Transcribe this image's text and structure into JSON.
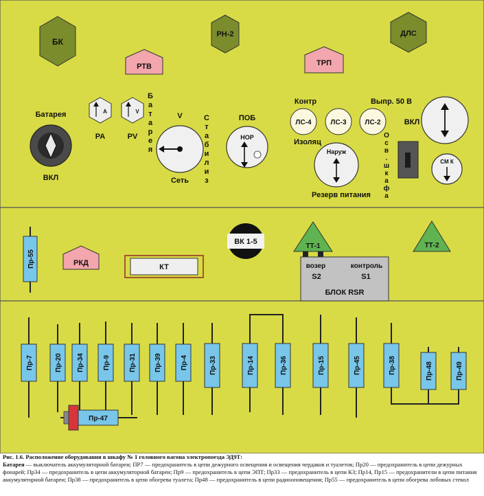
{
  "panel_top": {
    "hex_labels": {
      "bk": "БК",
      "rn2": "РН-2",
      "dls": "ДЛС"
    },
    "pent_labels": {
      "rtv": "РТВ",
      "trp": "ТРП"
    },
    "battery_switch": {
      "title": "Батарея",
      "state": "ВКЛ"
    },
    "ra_meter": {
      "face": "A",
      "label": "PA"
    },
    "pv_meter": {
      "face": "V",
      "label": "PV"
    },
    "vertical_battery": "Батарея",
    "selector": {
      "top": "V",
      "bottom": "Сеть"
    },
    "vertical_stabiliz": "Стабилиз",
    "pob": {
      "title": "ПОБ",
      "face": "НОР"
    },
    "lamps_row": {
      "kontr": "Контр",
      "vypr": "Выпр. 50 В"
    },
    "lamps": [
      "ЛС-4",
      "ЛС-3",
      "ЛС-2"
    ],
    "izolyac": "Изоляц",
    "reserve": {
      "face": "Наруж",
      "label": "Резерв питания"
    },
    "vertical_osv": "Осв.шкафа",
    "vkl_label": "ВКЛ",
    "smk_label": "СМ К"
  },
  "panel_mid": {
    "fuse_pr55": "Пр-55",
    "rkd": "РКД",
    "kt": "КТ",
    "vk": "ВК 1-5",
    "tt1": "ТТ-1",
    "tt2": "ТТ-2",
    "rsr": {
      "vozer": "возер",
      "kontrol": "контроль",
      "s2": "S2",
      "s1": "S1",
      "title": "БЛОК RSR"
    }
  },
  "panel_bottom": {
    "fuses": [
      "Пр-7",
      "Пр-20",
      "Пр-34",
      "Пр-9",
      "Пр-31",
      "Пр-39",
      "Пр-4",
      "Пр-33",
      "Пр-14",
      "Пр-36",
      "Пр-15",
      "Пр-45",
      "Пр-38",
      "Пр-48",
      "Пр-49"
    ],
    "pr47": "Пр-47"
  },
  "caption": {
    "title": "Рис. 1.6. Расположение оборудования в шкафу № 1 головного вагона электропоезда ЭД9Т:",
    "term": "Батарея",
    "text": " — выключатель аккумуляторной батареи; ПР7 — предохранитель в цепи дежурного освещения и освещения чердаков и туалетов; Пр20 — предохранитель в цепи дежурных фонарей; Пр34 — предохранитель в цепи аккумуляторной батареи; Пр9 — предохранитель в цепи ЭПТ; Пр33 — предохранитель в цепи КЗ; Пр14, Пр15 — предохранители в цепи питания аккумуляторной батареи; Пр38 — предохранитель в цепи обогрева туалета; Пр48 — предохранитель в цепи радиооповещения; Пр55 — предохранитель в цепи обогрева лобовых стекол"
  },
  "colors": {
    "panel": "#d8db45",
    "hex_fill": "#7a8c2c",
    "pentagon_fill": "#f3a6ad",
    "fuse_fill": "#78c6ea",
    "triangle_fill": "#5fb350",
    "rsr_fill": "#c2c2c2",
    "kt_frame": "#a2562e",
    "pr47_red": "#d8343c"
  }
}
